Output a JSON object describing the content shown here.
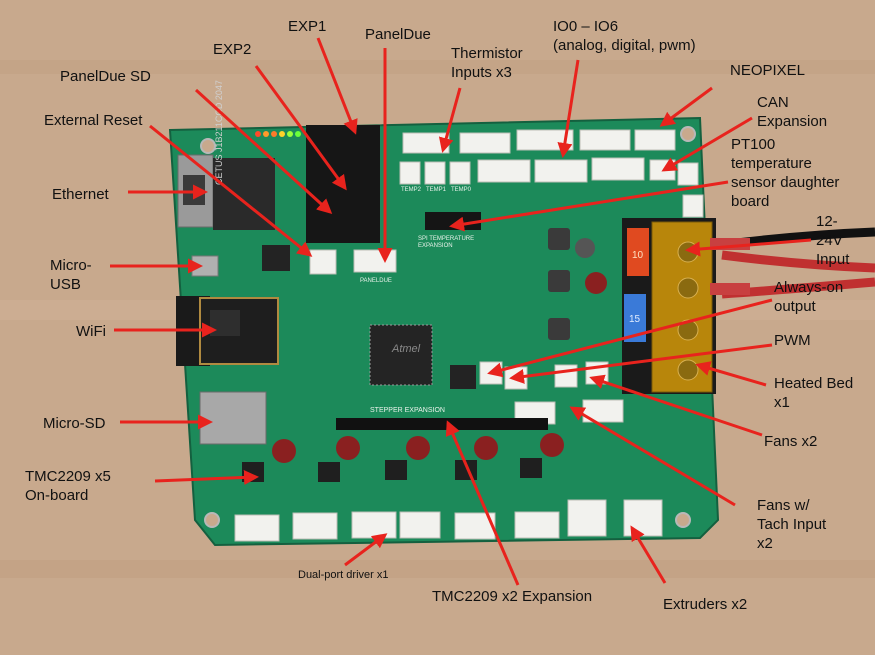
{
  "callouts": {
    "exp1": "EXP1",
    "paneldue": "PanelDue",
    "io": "IO0 – IO6\n(analog, digital, pwm)",
    "exp2": "EXP2",
    "thermistor": "Thermistor\nInputs x3",
    "paneldue_sd": "PanelDue SD",
    "neopixel": "NEOPIXEL",
    "external_reset": "External Reset",
    "can": "CAN\nExpansion",
    "pt100": "PT100\ntemperature\nsensor daughter\nboard",
    "ethernet": "Ethernet",
    "power_input": "12-\n24V\nInput",
    "micro_usb": "Micro-\nUSB",
    "always_on": "Always-on\noutput",
    "wifi": "WiFi",
    "pwm": "PWM",
    "heated_bed": "Heated Bed\nx1",
    "micro_sd": "Micro-SD",
    "fans": "Fans x2",
    "tmc_onboard": "TMC2209 x5\nOn-board",
    "fans_tach": "Fans w/\nTach Input\nx2",
    "dual_port": "Dual-port driver x1",
    "tmc_expansion": "TMC2209 x2 Expansion",
    "extruders": "Extruders x2"
  },
  "board": {
    "ethernet_text": "CETUS\nJ1B211CCD\n2047",
    "stepper_expansion": "STEPPER EXPANSION",
    "spi_expansion": "SPI TEMPERATURE\nEXPANSION",
    "paneldue_silk": "PANELDUE",
    "mcu_text": "Atmel",
    "fuse_10": "10",
    "fuse_15": "15",
    "temp_labels": [
      "TEMP2",
      "TEMP1",
      "TEMP0"
    ]
  },
  "colors": {
    "background": "#c8a98d",
    "pcb": "#1c8a5a",
    "arrow": "#e8231d",
    "terminal": "#b8860b"
  }
}
